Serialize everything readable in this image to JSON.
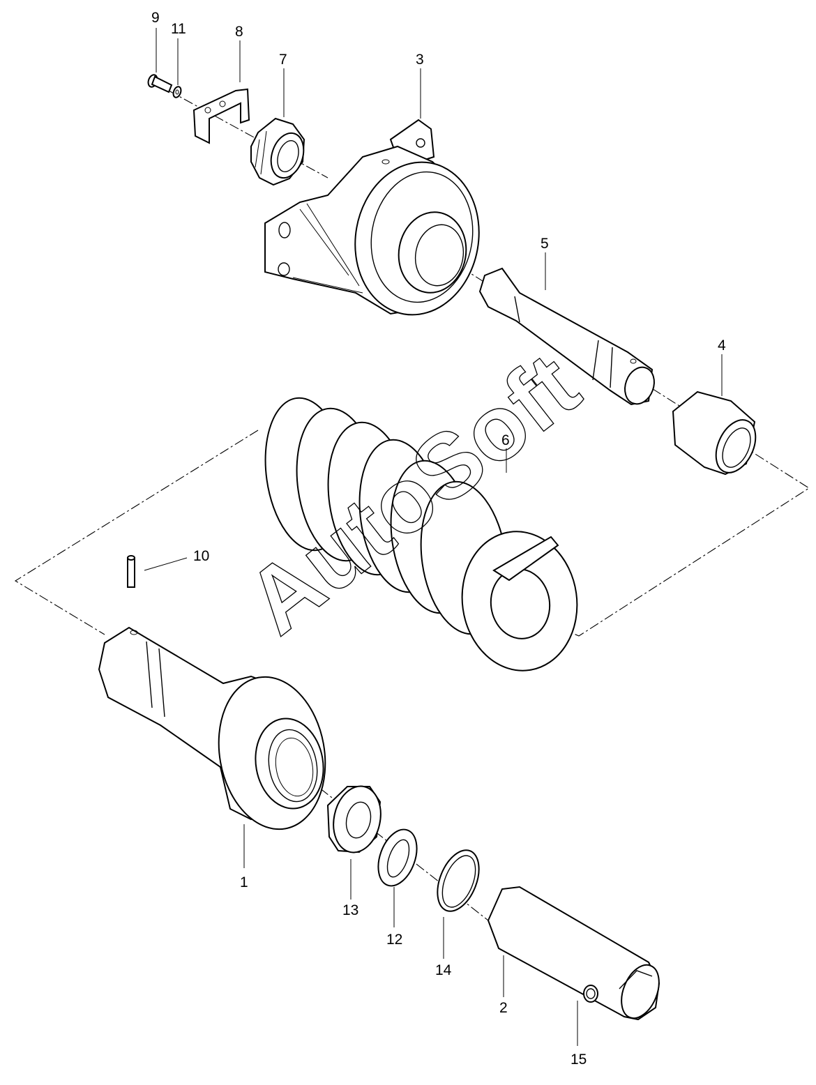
{
  "labels": {
    "p1": "1",
    "p2": "2",
    "p3": "3",
    "p4": "4",
    "p5": "5",
    "p6": "6",
    "p7": "7",
    "p8": "8",
    "p9": "9",
    "p10": "10",
    "p11": "11",
    "p12": "12",
    "p13": "13",
    "p14": "14",
    "p15": "15"
  },
  "watermark": "AutoSoft"
}
